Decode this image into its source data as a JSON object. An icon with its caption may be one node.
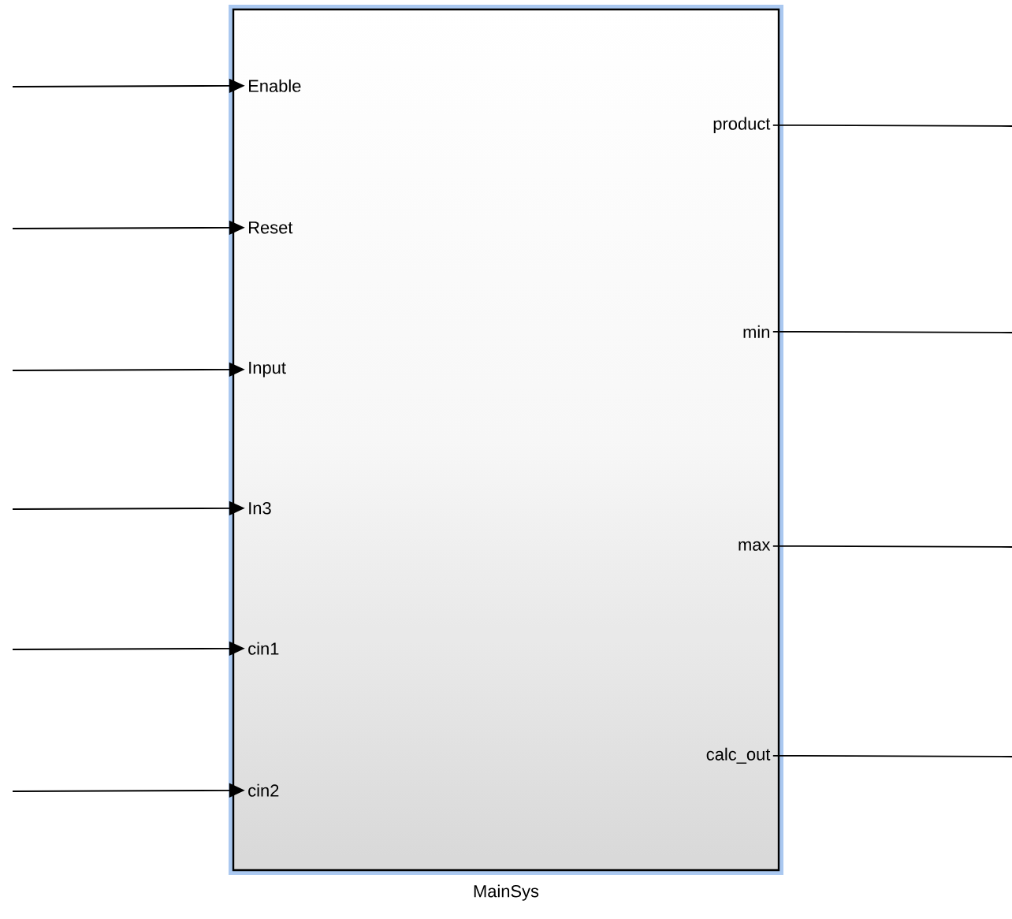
{
  "diagram": {
    "nodes": [
      {
        "text": [
          "MainSys"
        ]
      },
      {
        "text": [
          "Enable"
        ],
        "in": 0
      },
      {
        "text": [
          "Reset"
        ],
        "in": 0
      },
      {
        "text": [
          "Input"
        ],
        "in": 0
      },
      {
        "text": [
          "In3"
        ],
        "in": 0
      },
      {
        "text": [
          "cin1"
        ],
        "in": 0
      },
      {
        "text": [
          "cin2"
        ],
        "in": 0
      },
      {
        "text": [
          "product"
        ],
        "in": 0
      },
      {
        "text": [
          "min"
        ],
        "in": 0
      },
      {
        "text": [
          "max"
        ],
        "in": 0
      },
      {
        "text": [
          "calc_out"
        ],
        "in": 0
      }
    ],
    "edges": [
      {
        "from": null,
        "to": 1,
        "arrow": "to"
      },
      {
        "from": null,
        "to": 2,
        "arrow": "to"
      },
      {
        "from": null,
        "to": 3,
        "arrow": "to"
      },
      {
        "from": null,
        "to": 4,
        "arrow": "to"
      },
      {
        "from": null,
        "to": 5,
        "arrow": "to"
      },
      {
        "from": null,
        "to": 6,
        "arrow": "to"
      },
      {
        "from": 7,
        "to": null,
        "arrow": "none"
      },
      {
        "from": 8,
        "to": null,
        "arrow": "none"
      },
      {
        "from": 9,
        "to": null,
        "arrow": "none"
      },
      {
        "from": 10,
        "to": null,
        "arrow": "none"
      }
    ]
  }
}
